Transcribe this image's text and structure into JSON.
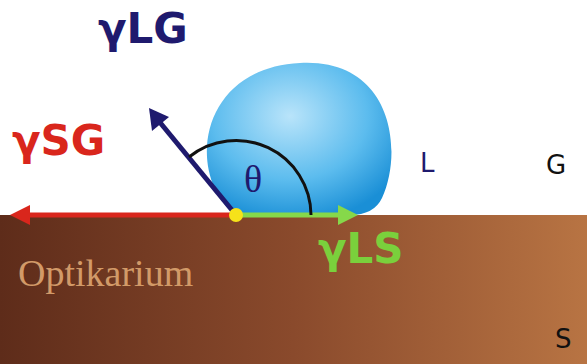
{
  "diagram": {
    "labels": [
      "γLG",
      "γSG",
      "θ",
      "L",
      "G",
      "γLS",
      "Optikarium",
      "S"
    ]
  }
}
